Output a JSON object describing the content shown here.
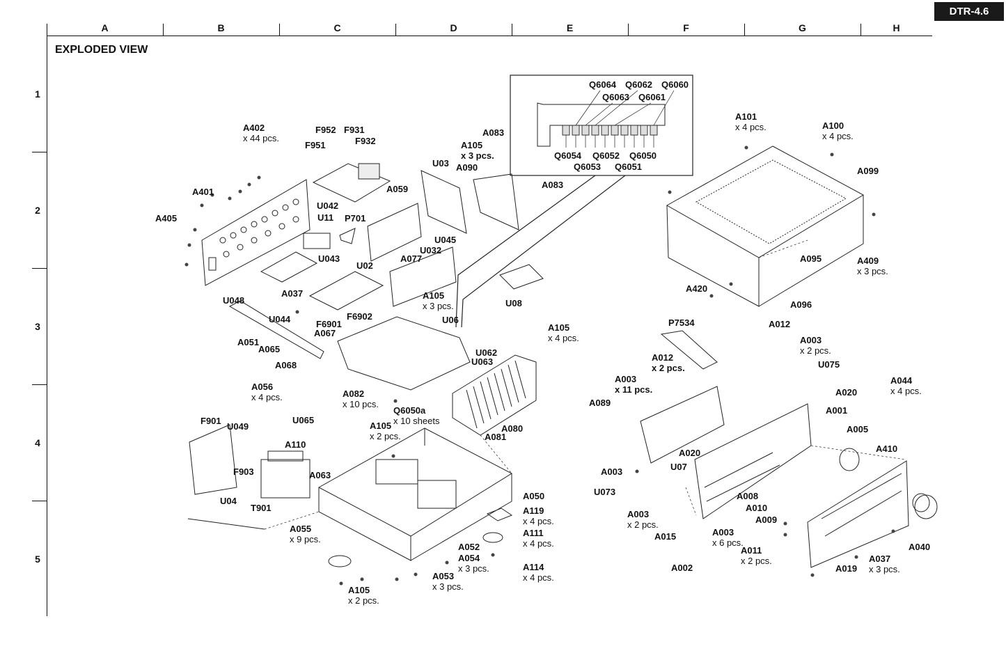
{
  "header": {
    "model": "DTR-4.6",
    "title": "EXPLODED VIEW",
    "columns": [
      "A",
      "B",
      "C",
      "D",
      "E",
      "F",
      "G",
      "H"
    ],
    "rows": [
      "1",
      "2",
      "3",
      "4",
      "5"
    ]
  },
  "labels": {
    "a402": {
      "code": "A402",
      "qty": "x 44 pcs."
    },
    "a401": {
      "code": "A401"
    },
    "a405": {
      "code": "A405"
    },
    "f952": {
      "code": "F952"
    },
    "f931": {
      "code": "F931"
    },
    "f951": {
      "code": "F951"
    },
    "f932": {
      "code": "F932"
    },
    "a059": {
      "code": "A059"
    },
    "u042": {
      "code": "U042"
    },
    "u11": {
      "code": "U11"
    },
    "p701": {
      "code": "P701"
    },
    "u043": {
      "code": "U043"
    },
    "u02": {
      "code": "U02"
    },
    "u048": {
      "code": "U048"
    },
    "a037a": {
      "code": "A037"
    },
    "u044": {
      "code": "U044"
    },
    "a051": {
      "code": "A051"
    },
    "a065": {
      "code": "A065"
    },
    "a068": {
      "code": "A068"
    },
    "u03": {
      "code": "U03"
    },
    "a105a": {
      "code": "A105",
      "qty": "x 3 pcs."
    },
    "a090": {
      "code": "A090"
    },
    "a083a": {
      "code": "A083"
    },
    "a083b": {
      "code": "A083"
    },
    "u045": {
      "code": "U045"
    },
    "u032": {
      "code": "U032"
    },
    "a077": {
      "code": "A077"
    },
    "a105b": {
      "code": "A105",
      "qty": "x 3 pcs."
    },
    "u08": {
      "code": "U08"
    },
    "f6901": {
      "code": "F6901"
    },
    "f6902": {
      "code": "F6902"
    },
    "a067": {
      "code": "A067"
    },
    "u06": {
      "code": "U06"
    },
    "a082": {
      "code": "A082",
      "qty": "x 10 pcs."
    },
    "q6050a": {
      "code": "Q6050a",
      "qty": "x 10 sheets"
    },
    "a105c": {
      "code": "A105",
      "qty": "x 2 pcs."
    },
    "u062": {
      "code": "U062"
    },
    "u063": {
      "code": "U063"
    },
    "a105d": {
      "code": "A105",
      "qty": "x 4 pcs."
    },
    "a080": {
      "code": "A080"
    },
    "a081": {
      "code": "A081"
    },
    "a056": {
      "code": "A056",
      "qty": "x 4 pcs."
    },
    "f901": {
      "code": "F901"
    },
    "u049": {
      "code": "U049"
    },
    "u065": {
      "code": "U065"
    },
    "a110": {
      "code": "A110"
    },
    "f903": {
      "code": "F903"
    },
    "a063": {
      "code": "A063"
    },
    "u04": {
      "code": "U04"
    },
    "t901": {
      "code": "T901"
    },
    "a055": {
      "code": "A055",
      "qty": "x 9 pcs."
    },
    "a105e": {
      "code": "A105",
      "qty": "x 2 pcs."
    },
    "a050": {
      "code": "A050"
    },
    "a119": {
      "code": "A119",
      "qty": "x 4 pcs."
    },
    "a111": {
      "code": "A111",
      "qty": "x 4 pcs."
    },
    "a052": {
      "code": "A052"
    },
    "a054": {
      "code": "A054",
      "qty": "x 3 pcs."
    },
    "a053": {
      "code": "A053",
      "qty": "x 3 pcs."
    },
    "a114": {
      "code": "A114",
      "qty": "x 4 pcs."
    },
    "q6064": {
      "code": "Q6064"
    },
    "q6062": {
      "code": "Q6062"
    },
    "q6060": {
      "code": "Q6060"
    },
    "q6063": {
      "code": "Q6063"
    },
    "q6061": {
      "code": "Q6061"
    },
    "q6054": {
      "code": "Q6054"
    },
    "q6052": {
      "code": "Q6052"
    },
    "q6050": {
      "code": "Q6050"
    },
    "q6053": {
      "code": "Q6053"
    },
    "q6051": {
      "code": "Q6051"
    },
    "a101": {
      "code": "A101",
      "qty": "x 4 pcs."
    },
    "a100": {
      "code": "A100",
      "qty": "x 4 pcs."
    },
    "a099": {
      "code": "A099"
    },
    "a095": {
      "code": "A095"
    },
    "a409": {
      "code": "A409",
      "qty": "x 3 pcs."
    },
    "a420": {
      "code": "A420"
    },
    "a096": {
      "code": "A096"
    },
    "p7534": {
      "code": "P7534"
    },
    "a012a": {
      "code": "A012"
    },
    "a003a": {
      "code": "A003",
      "qty": "x 2 pcs."
    },
    "u075": {
      "code": "U075"
    },
    "a012b": {
      "code": "A012",
      "qty": "x 2 pcs."
    },
    "a003b": {
      "code": "A003",
      "qty": "x 11 pcs."
    },
    "a089": {
      "code": "A089"
    },
    "a020a": {
      "code": "A020"
    },
    "a001": {
      "code": "A001"
    },
    "a044": {
      "code": "A044",
      "qty": "x 4 pcs."
    },
    "a005": {
      "code": "A005"
    },
    "a410": {
      "code": "A410"
    },
    "a020b": {
      "code": "A020"
    },
    "u07": {
      "code": "U07"
    },
    "a003c": {
      "code": "A003"
    },
    "u073": {
      "code": "U073"
    },
    "a003d": {
      "code": "A003",
      "qty": "x 2 pcs."
    },
    "a015": {
      "code": "A015"
    },
    "a008": {
      "code": "A008"
    },
    "a010": {
      "code": "A010"
    },
    "a009": {
      "code": "A009"
    },
    "a003e": {
      "code": "A003",
      "qty": "x 6 pcs."
    },
    "a011": {
      "code": "A011",
      "qty": "x 2 pcs."
    },
    "a002": {
      "code": "A002"
    },
    "a019": {
      "code": "A019"
    },
    "a037b": {
      "code": "A037",
      "qty": "x 3 pcs."
    },
    "a040": {
      "code": "A040"
    }
  }
}
